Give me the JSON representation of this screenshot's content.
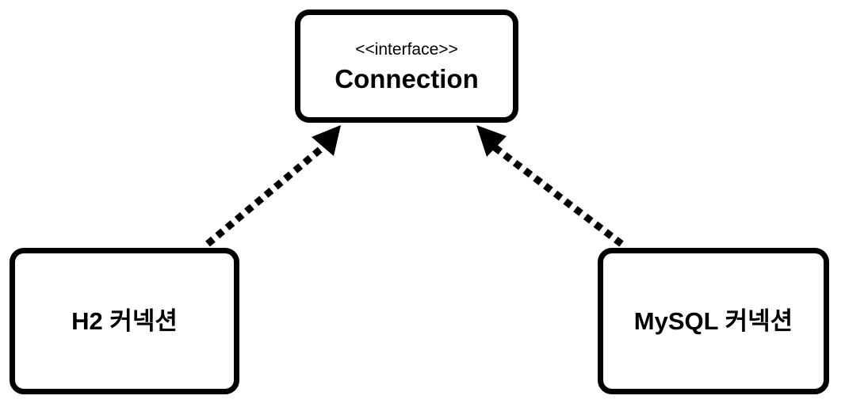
{
  "interface_box": {
    "stereotype": "<<interface>>",
    "title": "Connection"
  },
  "implementations": [
    {
      "label": "H2 커넥션"
    },
    {
      "label": "MySQL 커넥션"
    }
  ],
  "relationships": [
    {
      "from": "H2 커넥션",
      "to": "Connection",
      "style": "dotted-arrow"
    },
    {
      "from": "MySQL 커넥션",
      "to": "Connection",
      "style": "dotted-arrow"
    }
  ],
  "colors": {
    "stroke": "#000000",
    "background": "#ffffff"
  }
}
